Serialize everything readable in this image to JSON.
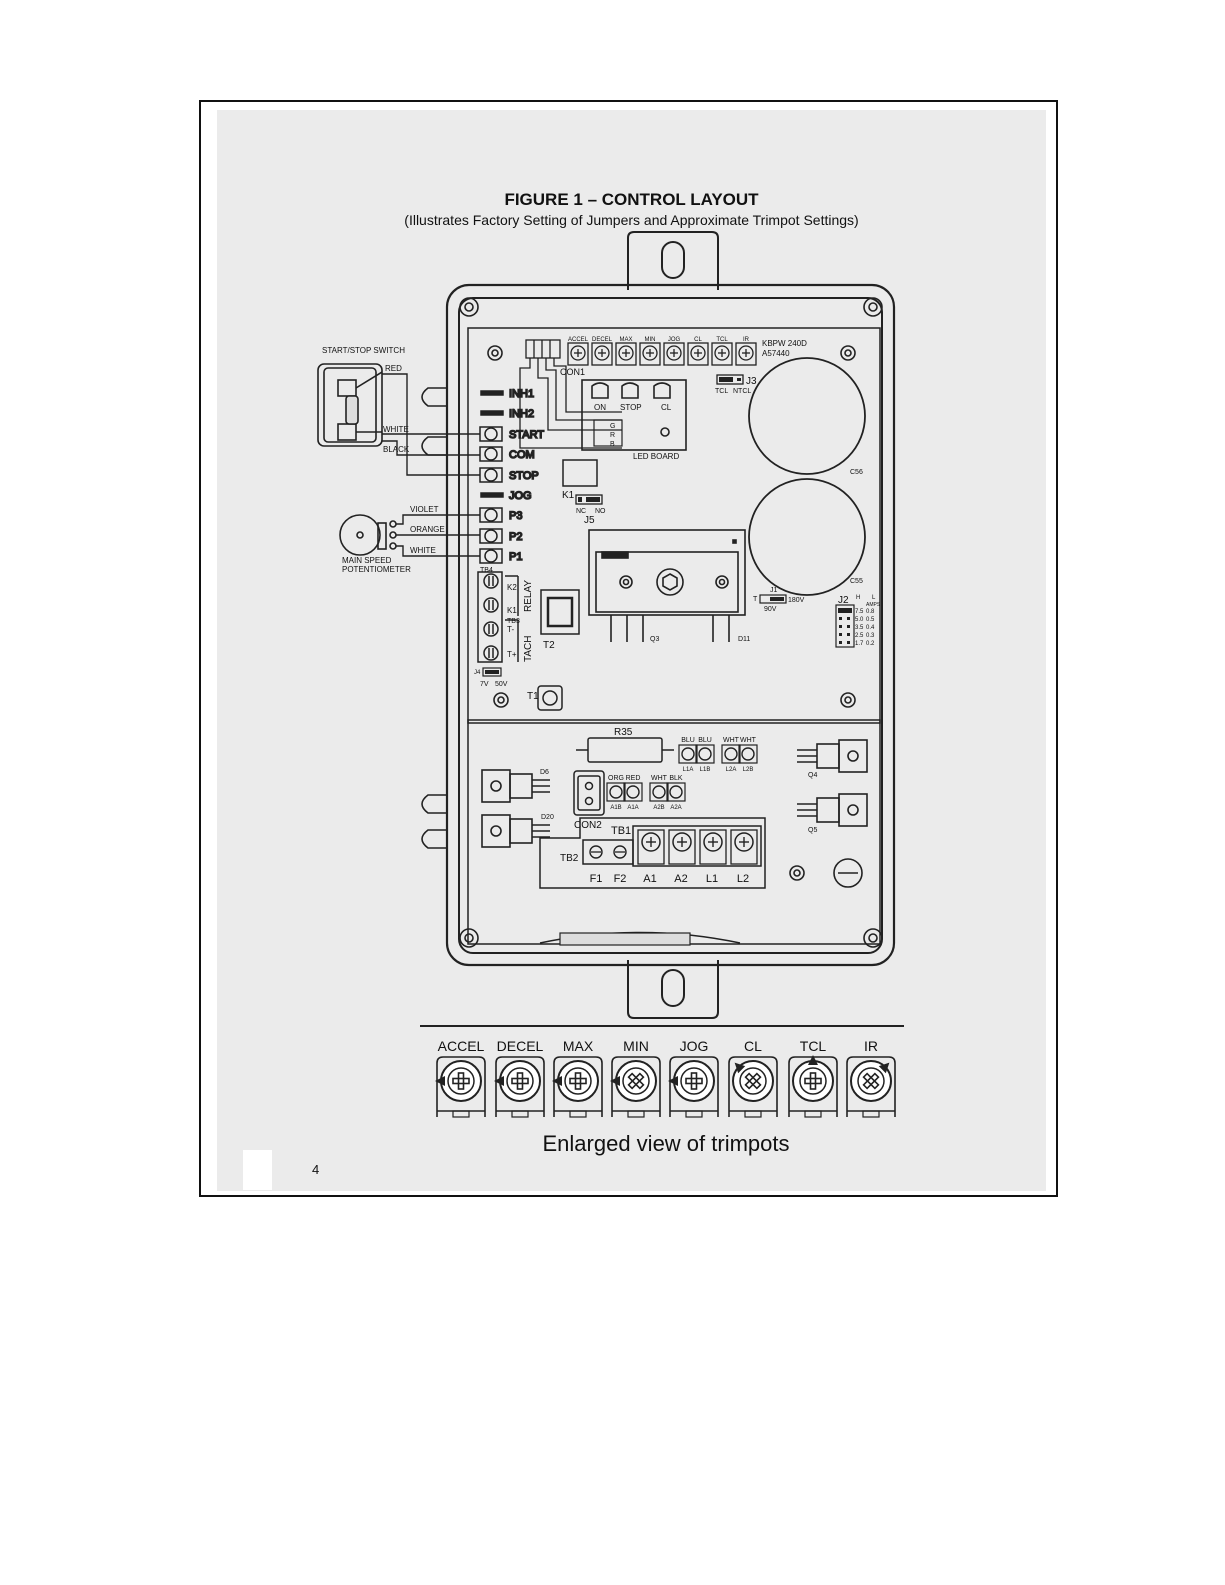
{
  "figure": {
    "title": "FIGURE 1 – CONTROL LAYOUT",
    "subtitle": "(Illustrates Factory Setting of Jumpers and Approximate Trimpot Settings)",
    "page_number": "4"
  },
  "external": {
    "switch_title": "START/STOP SWITCH",
    "pot_title_line1": "MAIN SPEED",
    "pot_title_line2": "POTENTIOMETER",
    "wires": [
      "RED",
      "WHITE",
      "BLACK",
      "VIOLET",
      "ORANGE",
      "WHITE"
    ]
  },
  "board": {
    "model_line1": "KBPW 240D",
    "model_line2": "A57440",
    "top_trimpots": [
      "ACCEL",
      "DECEL",
      "MAX",
      "MIN",
      "JOG",
      "CL",
      "TCL",
      "IR"
    ],
    "terminals": [
      "INH1",
      "INH2",
      "START",
      "COM",
      "STOP",
      "JOG",
      "P3",
      "P2",
      "P1"
    ],
    "con1": "CON1",
    "j3": "J3",
    "j3_options": [
      "TCL",
      "NTCL"
    ],
    "led_board": "LED BOARD",
    "led_labels": [
      "ON",
      "STOP",
      "CL"
    ],
    "led_colors": [
      "G",
      "R",
      "B"
    ],
    "k1": "K1",
    "j5": "J5",
    "j5_options": [
      "NC",
      "NO"
    ],
    "c56": "C56",
    "c55": "C55",
    "j1": "J1",
    "j1_options": [
      "T",
      "180V",
      "90V"
    ],
    "j2": "J2",
    "j2_header": [
      "H",
      "L",
      "AMPS"
    ],
    "j2_amps": [
      [
        "7.5",
        "0.8"
      ],
      [
        "5.0",
        "0.5"
      ],
      [
        "3.5",
        "0.4"
      ],
      [
        "2.5",
        "0.3"
      ],
      [
        "1.7",
        "0.2"
      ]
    ],
    "tb4": "TB4",
    "tb3": "TB3",
    "relay": "RELAY",
    "tach": "TACH",
    "k2_label": "K2",
    "k1_label": "K1",
    "tminus": "T-",
    "tplus": "T+",
    "j4": "J4",
    "j4_options": [
      "7V",
      "50V"
    ],
    "t1": "T1",
    "t2": "T2",
    "q3": "Q3",
    "d11": "D11",
    "r35": "R35",
    "con2": "CON2",
    "wire_labels_top": [
      "BLU",
      "BLU",
      "WHT",
      "WHT"
    ],
    "wire_pins_top": [
      "L1A",
      "L1B",
      "L2A",
      "L2B"
    ],
    "wire_labels_mid": [
      "ORG",
      "RED",
      "WHT",
      "BLK"
    ],
    "wire_pins_mid": [
      "A1B",
      "A1A",
      "A2B",
      "A2A"
    ],
    "q4": "Q4",
    "q5": "Q5",
    "d6": "D6",
    "d20": "D20",
    "tb1": "TB1",
    "tb2": "TB2",
    "bottom_terminals": [
      "F1",
      "F2",
      "A1",
      "A2",
      "L1",
      "L2"
    ]
  },
  "enlarged": {
    "caption": "Enlarged view of trimpots",
    "trimpots": [
      {
        "label": "ACCEL"
      },
      {
        "label": "DECEL"
      },
      {
        "label": "MAX"
      },
      {
        "label": "MIN"
      },
      {
        "label": "JOG"
      },
      {
        "label": "CL"
      },
      {
        "label": "TCL"
      },
      {
        "label": "IR"
      }
    ]
  }
}
